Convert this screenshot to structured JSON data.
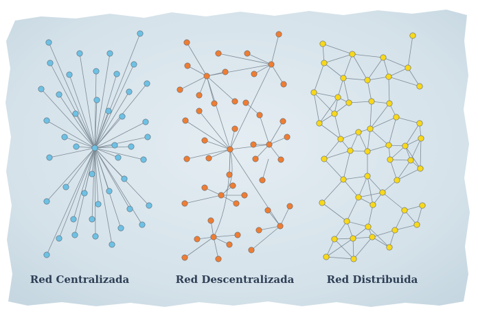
{
  "colors": {
    "background_wash": "#d7e3ea",
    "edge": "#7d8a95",
    "centralized_node": "#6ec1e4",
    "decentralized_node": "#ee7d33",
    "distributed_node": "#f8d81a",
    "caption_text": "#2f3f55"
  },
  "captions": {
    "centralized": "Red Centralizada",
    "decentralized": "Red Descentralizada",
    "distributed": "Red Distribuida"
  }
}
